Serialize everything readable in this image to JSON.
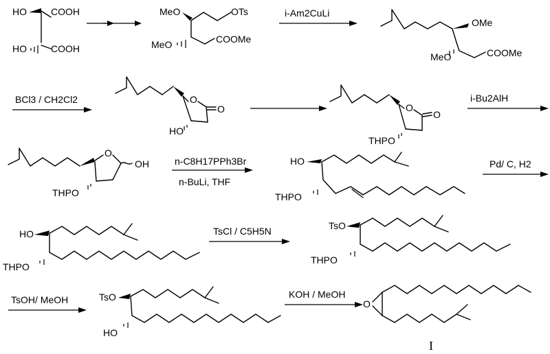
{
  "scheme": {
    "labels": {
      "sm_oh1": "HO",
      "sm_cooh1": "COOH",
      "sm_oh2": "HO",
      "sm_cooh2": "COOH",
      "i1_ome1": "MeO",
      "i1_ots": "OTs",
      "i1_ome2": "MeO",
      "i1_coome": "COOMe",
      "i2_ome1": "OMe",
      "i2_ome2": "MeO",
      "i2_coome": "COOMe",
      "lac1_ho": "HO",
      "lac1_o": "O",
      "lac1_co": "O",
      "lac2_thpo": "THPO",
      "lac2_o": "O",
      "lac2_co": "O",
      "lactol_thpo": "THPO",
      "lactol_o": "O",
      "lactol_oh": "OH",
      "alk1_ho": "HO",
      "alk1_thpo": "THPO",
      "sat_ho": "HO",
      "sat_thpo": "THPO",
      "ts_tso": "TsO",
      "ts_thpo": "THPO",
      "tsh_tso": "TsO",
      "tsh_ho": "HO",
      "epox_o": "O",
      "product_label": "I"
    },
    "reagents": {
      "r1": "i-Am2CuLi",
      "r2": "BCl3 / CH2Cl2",
      "r3": "i-Bu2AlH",
      "r4a": "n-C8H17PPh3Br",
      "r4b": "n-BuLi, THF",
      "r5": "Pd/ C, H2",
      "r6": "TsCl / C5H5N",
      "r7": "TsOH/ MeOH",
      "r8": "KOH / MeOH"
    }
  }
}
